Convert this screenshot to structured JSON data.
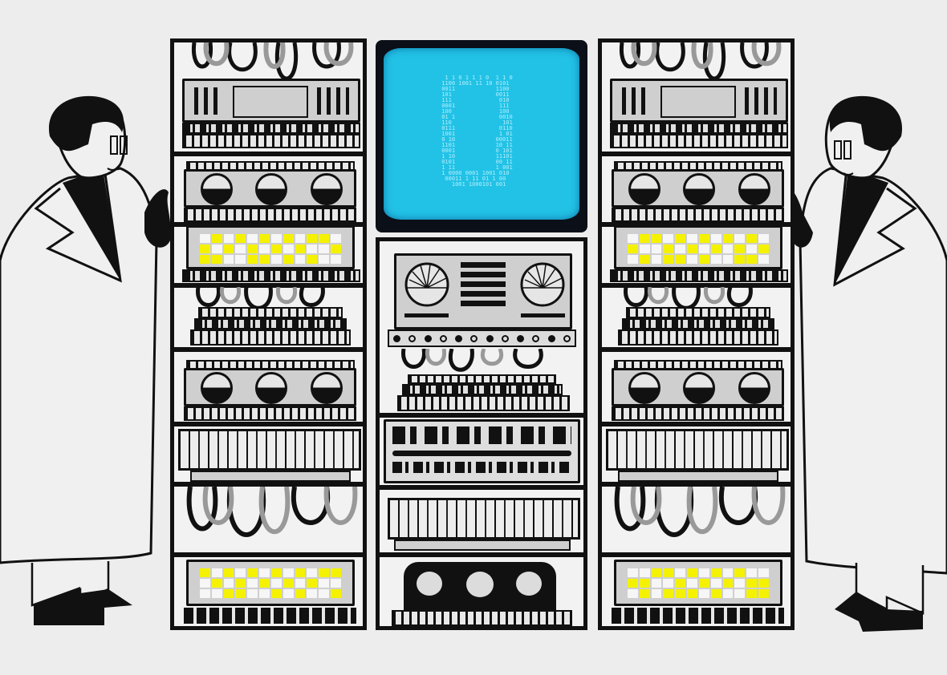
{
  "scene": {
    "title": "Two scientists beside vintage mainframe computer racks",
    "background_color": "#ededed",
    "line_color": "#111111",
    "accent_yellow": "#f4f200",
    "screen_color": "#22c2e6"
  },
  "monitor": {
    "glyph": "0",
    "binary_text": "  1 1 0 1 1 1 0  1 1 0\n 1100 1001 11 10 0101\n 0011            1100\n 101             0011\n 111              010\n 0001             111\n 100              100\n 01 1             0010\n 110               101\n 0111             0110\n 1001             1 01\n 0 10            00011\n 1101            10 11\n 0001            0 101\n 1 10            11101\n 0101            00 11\n 1 11            1 001\n 1 0000 0001 1001 010\n  00011 1 11 01 1 00\n    1001 1000101 001"
  },
  "racks": {
    "left": {
      "label": "left-rack"
    },
    "center": {
      "label": "center-rack"
    },
    "right": {
      "label": "right-rack"
    }
  },
  "figures": {
    "left": {
      "label": "scientist-left",
      "facing": "right"
    },
    "right": {
      "label": "scientist-right",
      "facing": "left"
    }
  },
  "indicator_grids": {
    "pattern_a": [
      "w",
      "y",
      "w",
      "y",
      "w",
      "y",
      "w",
      "y",
      "w",
      "y",
      "y",
      "w",
      "y",
      "w",
      "y",
      "w",
      "y",
      "w",
      "y",
      "w",
      "y",
      "w",
      "w",
      "y",
      "w",
      "y",
      "w",
      "w",
      "y",
      "y",
      "w",
      "y",
      "w",
      "y",
      "w",
      "w"
    ],
    "pattern_b": [
      "y",
      "w",
      "y",
      "w",
      "y",
      "w",
      "y",
      "w",
      "y",
      "w",
      "y",
      "y",
      "w",
      "y",
      "w",
      "y",
      "w",
      "y",
      "w",
      "y",
      "w",
      "y",
      "w",
      "w",
      "w",
      "w",
      "y",
      "y",
      "w",
      "w",
      "y",
      "w",
      "y",
      "w",
      "w",
      "y"
    ]
  }
}
